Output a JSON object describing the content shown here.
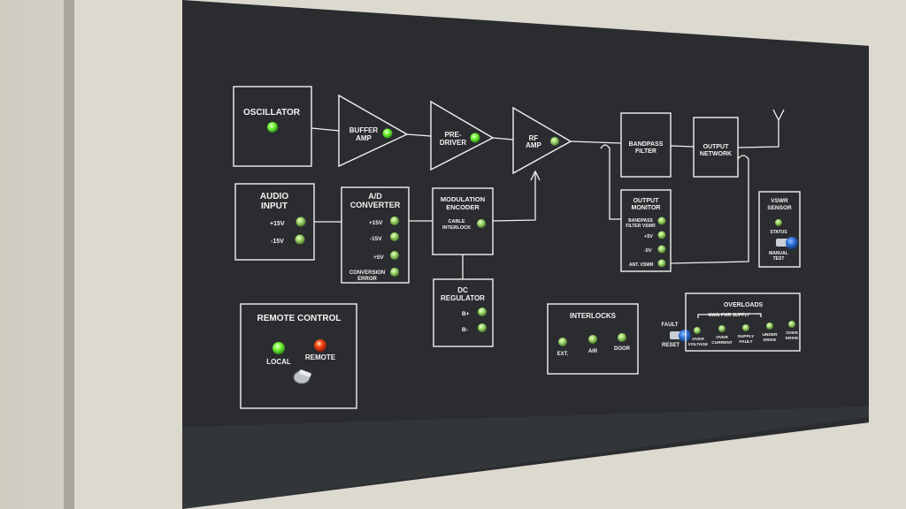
{
  "panel": {
    "oscillator": "OSCILLATOR",
    "buffer_amp": [
      "BUFFER",
      "AMP"
    ],
    "pre_driver": [
      "PRE-",
      "DRIVER"
    ],
    "rf_amp": [
      "RF",
      "AMP"
    ],
    "bandpass_filter": [
      "BANDPASS",
      "FILTER"
    ],
    "output_network": [
      "OUTPUT",
      "NETWORK"
    ],
    "audio_input": [
      "AUDIO",
      "INPUT"
    ],
    "audio_plus15": "+15V",
    "audio_minus15": "-15V",
    "ad_converter": [
      "A/D",
      "CONVERTER"
    ],
    "ad_plus15": "+15V",
    "ad_minus15": "-15V",
    "ad_plus5": "+5V",
    "ad_conversion_error": [
      "CONVERSION",
      "ERROR"
    ],
    "modulation_encoder": [
      "MODULATION",
      "ENCODER"
    ],
    "cable_interlock": [
      "CABLE",
      "INTERLOCK"
    ],
    "dc_regulator": [
      "DC",
      "REGULATOR"
    ],
    "b_plus": "B+",
    "b_minus": "B-",
    "output_monitor": [
      "OUTPUT",
      "MONITOR"
    ],
    "om_bandpass_vswr": [
      "BANDPASS",
      "FILTER VSWR"
    ],
    "om_plus5": "+5V",
    "om_minus5": "-5V",
    "om_ant_vswr": "ANT. VSWR",
    "vswr_sensor": [
      "VSWR",
      "SENSOR"
    ],
    "vswr_status": "STATUS",
    "vswr_manual_test": [
      "MANUAL",
      "TEST"
    ],
    "remote_control": "REMOTE CONTROL",
    "local": "LOCAL",
    "remote": "REMOTE",
    "interlocks": "INTERLOCKS",
    "ext": "EXT.",
    "air": "AIR",
    "door": "DOOR",
    "fault": "FAULT",
    "reset": "RESET",
    "overloads": "OVERLOADS",
    "main_pwr_supply": "MAIN PWR SUPPLY",
    "over_voltage": [
      "OVER",
      "VOLTAGE"
    ],
    "over_current": [
      "OVER",
      "CURRENT"
    ],
    "supply_fault": [
      "SUPPLY",
      "FAULT"
    ],
    "under_drive": [
      "UNDER",
      "DRIVE"
    ],
    "over_drive": [
      "OVER",
      "DRIVE"
    ]
  },
  "colors": {
    "panel": "#2a2c30",
    "legend": "#f2f2f0",
    "led_green_on": "#7dff3c",
    "led_green_off": "#9cc46a",
    "led_red_on": "#ff4a1c",
    "button_blue": "#2d6fd6"
  }
}
